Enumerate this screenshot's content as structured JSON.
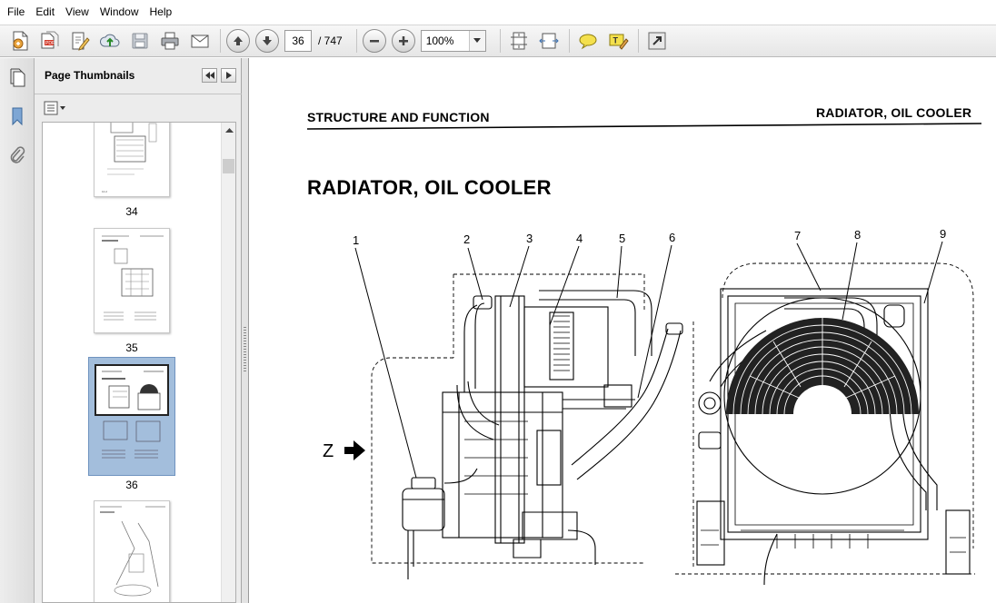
{
  "menu": [
    "File",
    "Edit",
    "View",
    "Window",
    "Help"
  ],
  "toolbar": {
    "current_page": "36",
    "total_pages": "/ 747",
    "zoom": "100%",
    "icons": [
      "create-pdf-icon",
      "combine-files-icon",
      "edit-icon",
      "upload-icon",
      "save-icon",
      "print-icon",
      "email-icon",
      "previous-page-icon",
      "next-page-icon",
      "zoom-out-icon",
      "zoom-in-icon",
      "fit-page-icon",
      "fit-width-icon",
      "comment-icon",
      "highlight-text-icon",
      "fullscreen-icon"
    ]
  },
  "sidebar": {
    "title": "Page Thumbnails",
    "thumbnails": [
      {
        "label": "34"
      },
      {
        "label": "35"
      },
      {
        "label": "36"
      },
      {
        "label": ""
      }
    ],
    "nav_icons": [
      "pages-icon",
      "bookmark-icon",
      "attachment-icon"
    ]
  },
  "document": {
    "header_left": "STRUCTURE AND FUNCTION",
    "header_right": "RADIATOR, OIL COOLER",
    "title": "RADIATOR, OIL COOLER",
    "view_label": "Z",
    "callouts": [
      "1",
      "2",
      "3",
      "4",
      "5",
      "6",
      "7",
      "8",
      "9"
    ]
  },
  "colors": {
    "selection": "#a3bedc",
    "panel": "#ececec",
    "comment_yellow": "#f4e04d"
  }
}
